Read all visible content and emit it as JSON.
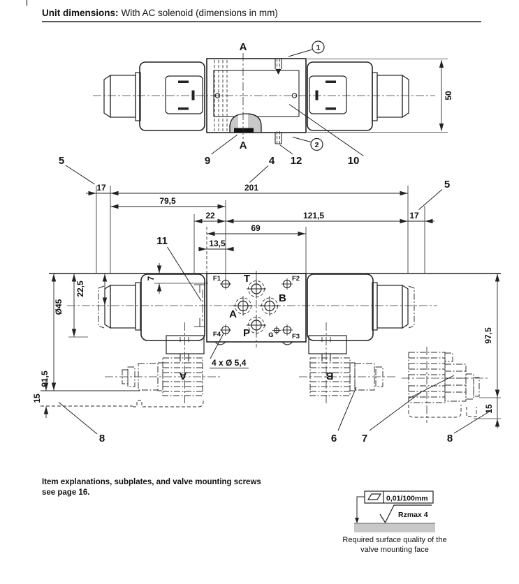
{
  "page": {
    "title_bold": "Unit dimensions:",
    "title_rest": "With AC solenoid (dimensions in mm)"
  },
  "top_view": {
    "section_label_top": "A",
    "section_label_bottom": "A",
    "dim_50": "50",
    "callout_1": "1",
    "callout_2": "2",
    "callout_9": "9",
    "callout_4": "4",
    "callout_12": "12",
    "callout_10": "10"
  },
  "dims": {
    "d17_left": "17",
    "d201": "201",
    "d79_5": "79,5",
    "d22": "22",
    "d121_5": "121,5",
    "d17_right": "17",
    "d69": "69",
    "d13_5": "13,5",
    "d7": "7",
    "d22_5": "22,5",
    "dia45": "Ø45",
    "d91_5": "91,5",
    "d97_5": "97,5",
    "d15_left": "15",
    "d15_right": "15"
  },
  "callouts": {
    "c5_left": "5",
    "c5_right": "5",
    "c11": "11",
    "c8_left": "8",
    "c6": "6",
    "c7": "7",
    "c8_right": "8"
  },
  "ports": {
    "f1": "F1",
    "f2": "F2",
    "f3": "F3",
    "f4": "F4",
    "g": "G",
    "t": "T",
    "a": "A",
    "b": "B",
    "p": "P",
    "bolt_pattern": "4 x Ø 5,4"
  },
  "connectors": {
    "plug_a": "A",
    "plug_b": "B"
  },
  "surface_quality": {
    "flatness": "0,01/100mm",
    "roughness": "Rzmax 4",
    "caption1": "Required surface quality of the",
    "caption2": "valve mounting face"
  },
  "footer": {
    "line1": "Item explanations, subplates, and valve mounting screws",
    "line2": "see page 16."
  },
  "colors": {
    "line": "#222222",
    "dome_gray": "#c9c9c9",
    "surface_gray": "#c8c8c8"
  }
}
